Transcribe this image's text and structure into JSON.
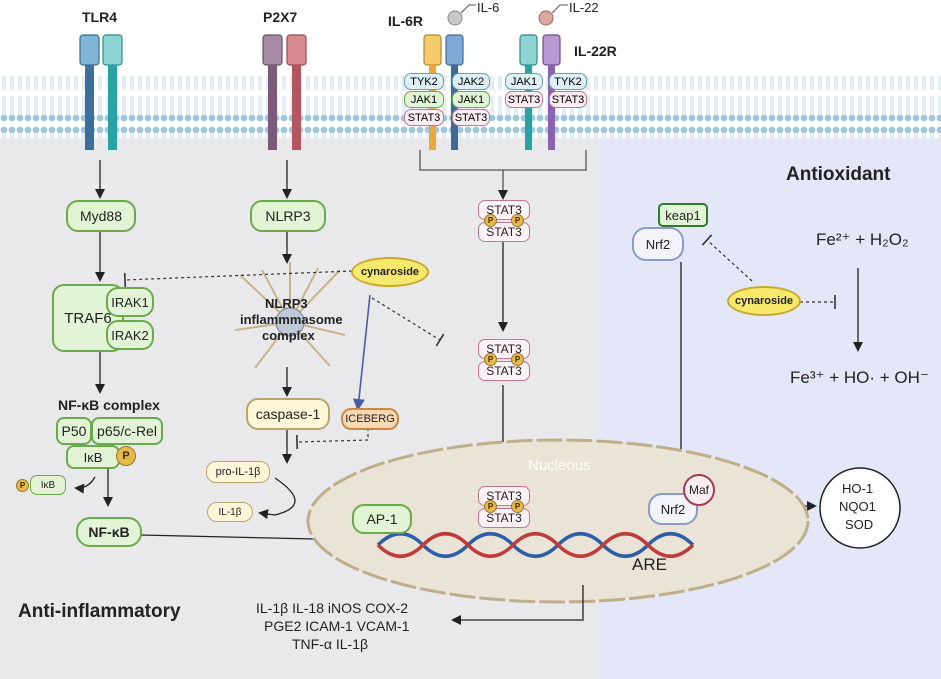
{
  "receptors": {
    "tlr4": "TLR4",
    "p2x7": "P2X7",
    "il6r": "IL-6R",
    "il6": "IL-6",
    "il22": "IL-22",
    "il22r": "IL-22R"
  },
  "kinases": {
    "tyk2": "TYK2",
    "jak1": "JAK1",
    "jak2": "JAK2",
    "stat3": "STAT3"
  },
  "tlr_pathway": {
    "myd88": "Myd88",
    "traf6": "TRAF6",
    "irak1": "IRAK1",
    "irak2": "IRAK2",
    "nfkb_complex_title": "NF-κB complex",
    "p50": "P50",
    "p65": "p65/c-Rel",
    "ikb": "IκB",
    "phospho": "P",
    "nfkb": "NF-κB"
  },
  "inflammasome": {
    "nlrp3": "NLRP3",
    "complex_line1": "NLRP3",
    "complex_line2": "inflammmasome",
    "complex_line3": "complex",
    "caspase": "caspase-1",
    "pro_il1b": "pro-IL-1β",
    "il1b": "IL-1β",
    "iceberg": "ICEBERG"
  },
  "stat_pathway": {
    "stat3": "STAT3",
    "phospho": "P"
  },
  "drug": "cynaroside",
  "nucleus": {
    "label": "Nucleous",
    "ap1": "AP-1",
    "are": "ARE",
    "maf": "Maf",
    "nrf2": "Nrf2"
  },
  "antioxidant": {
    "title": "Antioxidant",
    "keap1": "keap1",
    "nrf2": "Nrf2",
    "reactants": "Fe²⁺ + H₂O₂",
    "products": "Fe³⁺ + HO· + OH⁻",
    "genes": [
      "HO-1",
      "NQO1",
      "SOD"
    ]
  },
  "anti_inflammatory": {
    "title": "Anti-inflammatory",
    "cytokine_lines": [
      "IL-1β IL-18 iNOS COX-2",
      "PGE2 ICAM-1 VCAM-1",
      "TNF-α IL-1β"
    ]
  },
  "colors": {
    "cytoplasm": "#e9e9ec",
    "antioxidant_panel": "#e4e7f7",
    "nucleus": "#e9e4d6",
    "membrane": "#9fc6dd",
    "dna_blue": "#2e5ea8",
    "dna_red": "#c23b3b"
  }
}
